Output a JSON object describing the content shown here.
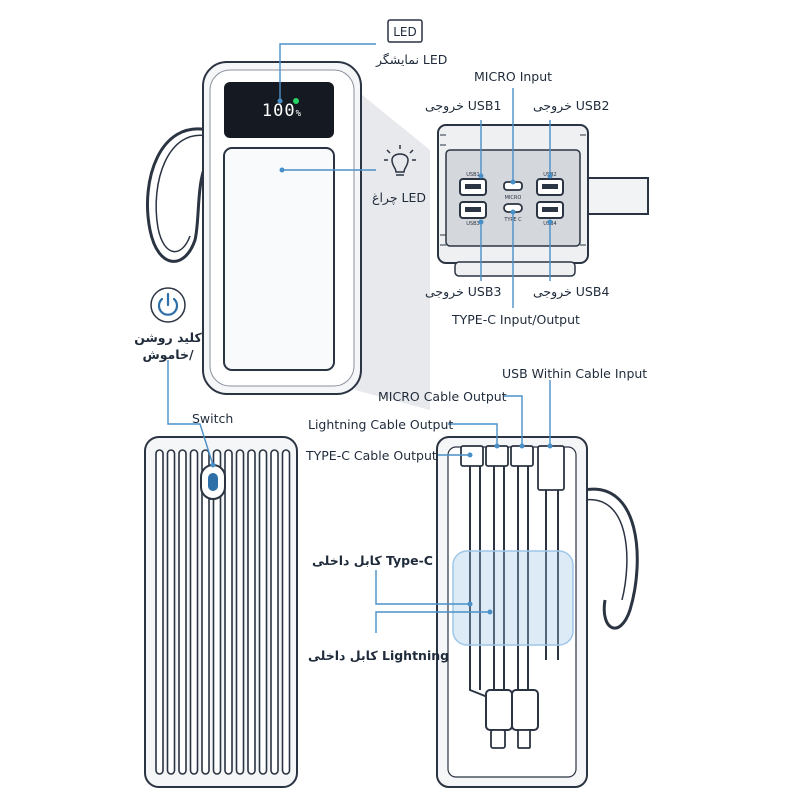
{
  "labels": {
    "led_icon_text": "LED",
    "led_display": "LED نمایشگر",
    "micro_input": "MICRO Input",
    "usb1": "USB1 خروجی",
    "usb2": "USB2 خروجی",
    "usb3": "USB3 خروجی",
    "usb4": "USB4 خروجی",
    "led_light": "LED چراغ",
    "typec_io": "TYPE-C Input/Output",
    "power_key_line1": "کلید روشن",
    "power_key_line2": "/خاموش",
    "switch": "Switch",
    "usb_within_cable": "USB Within Cable Input",
    "micro_cable_output": "MICRO Cable Output",
    "lightning_cable_output": "Lightning Cable Output",
    "typec_cable_output": "TYPE-C Cable Output",
    "typec_internal_cable": "Type-C کابل داخلی",
    "lightning_internal_cable": "Lightning کابل داخلی"
  },
  "device": {
    "display_value": "100",
    "display_unit": "%",
    "port_labels": {
      "usb1": "USB1",
      "micro": "MICRO",
      "usb3_top": "USB3",
      "usb2": "USB2",
      "typec": "TYPE C",
      "usb4": "USB4"
    }
  },
  "colors": {
    "outline": "#2b3442",
    "leader": "#4a90c8",
    "panel_gray": "#d4d7dc",
    "display_bg": "#151a22",
    "display_digits": "#ffffff",
    "display_dot": "#25d366",
    "switch_blue": "#2e6fa8",
    "highlight": "#9fc6e8"
  },
  "icons": [
    "led-label-icon",
    "bulb-icon",
    "power-icon"
  ]
}
